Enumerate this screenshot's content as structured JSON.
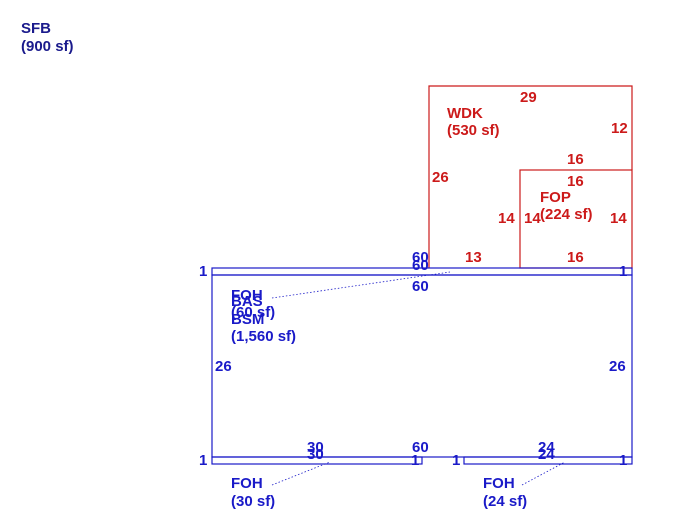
{
  "colors": {
    "blue": "#1a1ac8",
    "red": "#cc1a1a",
    "navy": "#1a1a8c"
  },
  "summary": {
    "code": "SFB",
    "area": "(900 sf)"
  },
  "areas": {
    "wdk": {
      "code": "WDK",
      "area": "(530 sf)"
    },
    "fop": {
      "code": "FOP",
      "area": "(224 sf)"
    },
    "foh_top": {
      "code": "FOH",
      "area": "(60 sf)"
    },
    "bas": {
      "code": "BAS"
    },
    "bsm": {
      "code": "BSM",
      "area": "(1,560 sf)"
    },
    "foh_left": {
      "code": "FOH",
      "area": "(30 sf)"
    },
    "foh_right": {
      "code": "FOH",
      "area": "(24 sf)"
    }
  },
  "dimensions": {
    "wdk_top": "29",
    "wdk_right": "12",
    "wdk_left": "26",
    "wdk_bottom": "13",
    "fop_top_outer": "16",
    "fop_top_inner": "16",
    "fop_left_outer": "14",
    "fop_left_inner": "14",
    "fop_right": "14",
    "fop_bottom": "16",
    "top_a": "60",
    "top_b": "60",
    "top_c": "60",
    "left_side": "26",
    "right_side": "26",
    "bottom_mid": "60",
    "foh_left_a": "30",
    "foh_left_b": "30",
    "foh_right_a": "24",
    "foh_right_b": "24",
    "end_1a": "1",
    "end_1b": "1",
    "end_1c": "1",
    "end_1d": "1",
    "end_1e": "1",
    "end_1f": "1"
  }
}
